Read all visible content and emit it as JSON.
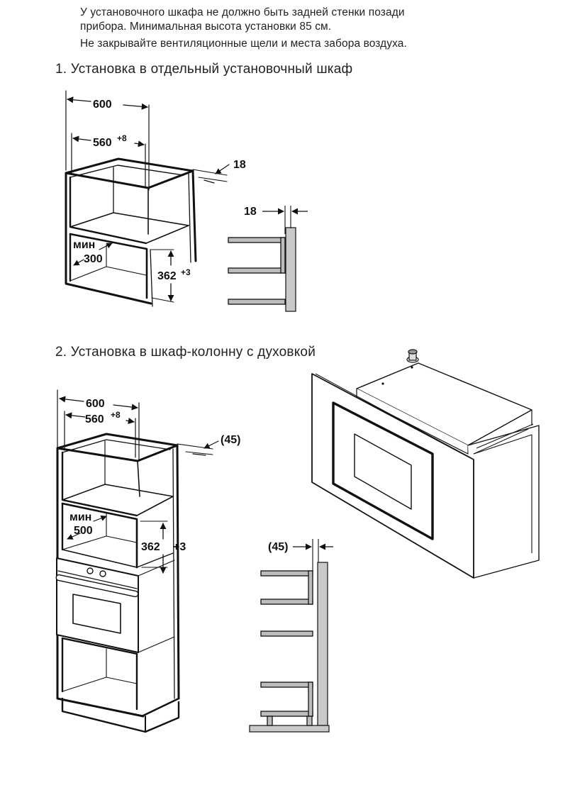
{
  "intro": {
    "line1": "У установочного шкафа не должно быть задней стенки позади",
    "line2": "прибора. Минимальная высота установки 85 см.",
    "line3": "Не закрывайте вентиляционные щели и места забора воздуха."
  },
  "section1": {
    "heading": "1. Установка в отдельный установочный шкаф",
    "dims": {
      "width_outer": "600",
      "width_inner": "560",
      "width_inner_tol": "+8",
      "side": "18",
      "side_detail": "18",
      "min_label": "мин",
      "min_value": "300",
      "height": "362",
      "height_tol": "+3"
    }
  },
  "section2": {
    "heading": "2. Установка в шкаф-колонну с духовкой",
    "dims": {
      "width_outer": "600",
      "width_inner": "560",
      "width_inner_tol": "+8",
      "gap": "(45)",
      "gap_detail": "(45)",
      "min_label": "мин",
      "min_value": "500",
      "height": "362",
      "height_tol": "+3"
    }
  }
}
